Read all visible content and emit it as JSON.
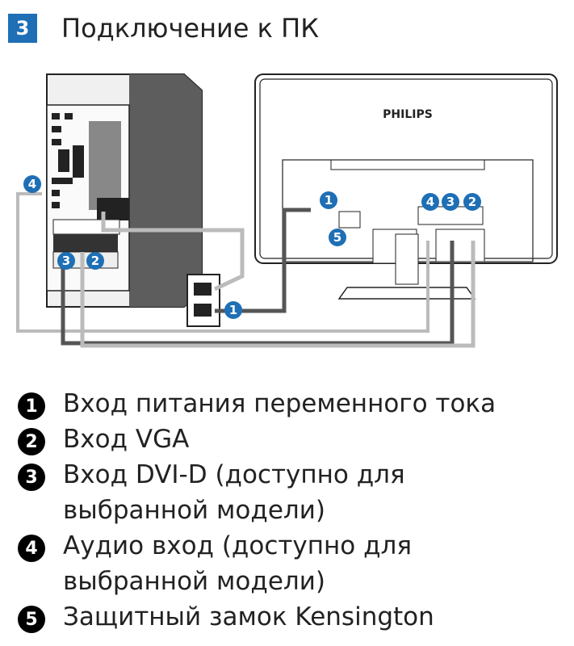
{
  "section": {
    "step_number": "3",
    "title": "Подключение к ПК"
  },
  "diagram": {
    "brand": "PHILIPS",
    "callouts": [
      "1",
      "2",
      "3",
      "4",
      "5"
    ],
    "colors": {
      "callout": "#1e6fb5",
      "cable_dark": "#555555",
      "cable_light": "#bbbbbb"
    }
  },
  "legend": [
    {
      "num": "1",
      "text": "Вход питания переменного тока"
    },
    {
      "num": "2",
      "text": "Вход VGA"
    },
    {
      "num": "3",
      "text": "Вход DVI-D (доступно для выбранной модели)"
    },
    {
      "num": "4",
      "text": "Аудио вход (доступно для выбранной модели)"
    },
    {
      "num": "5",
      "text": "Защитный замок Kensington"
    }
  ]
}
